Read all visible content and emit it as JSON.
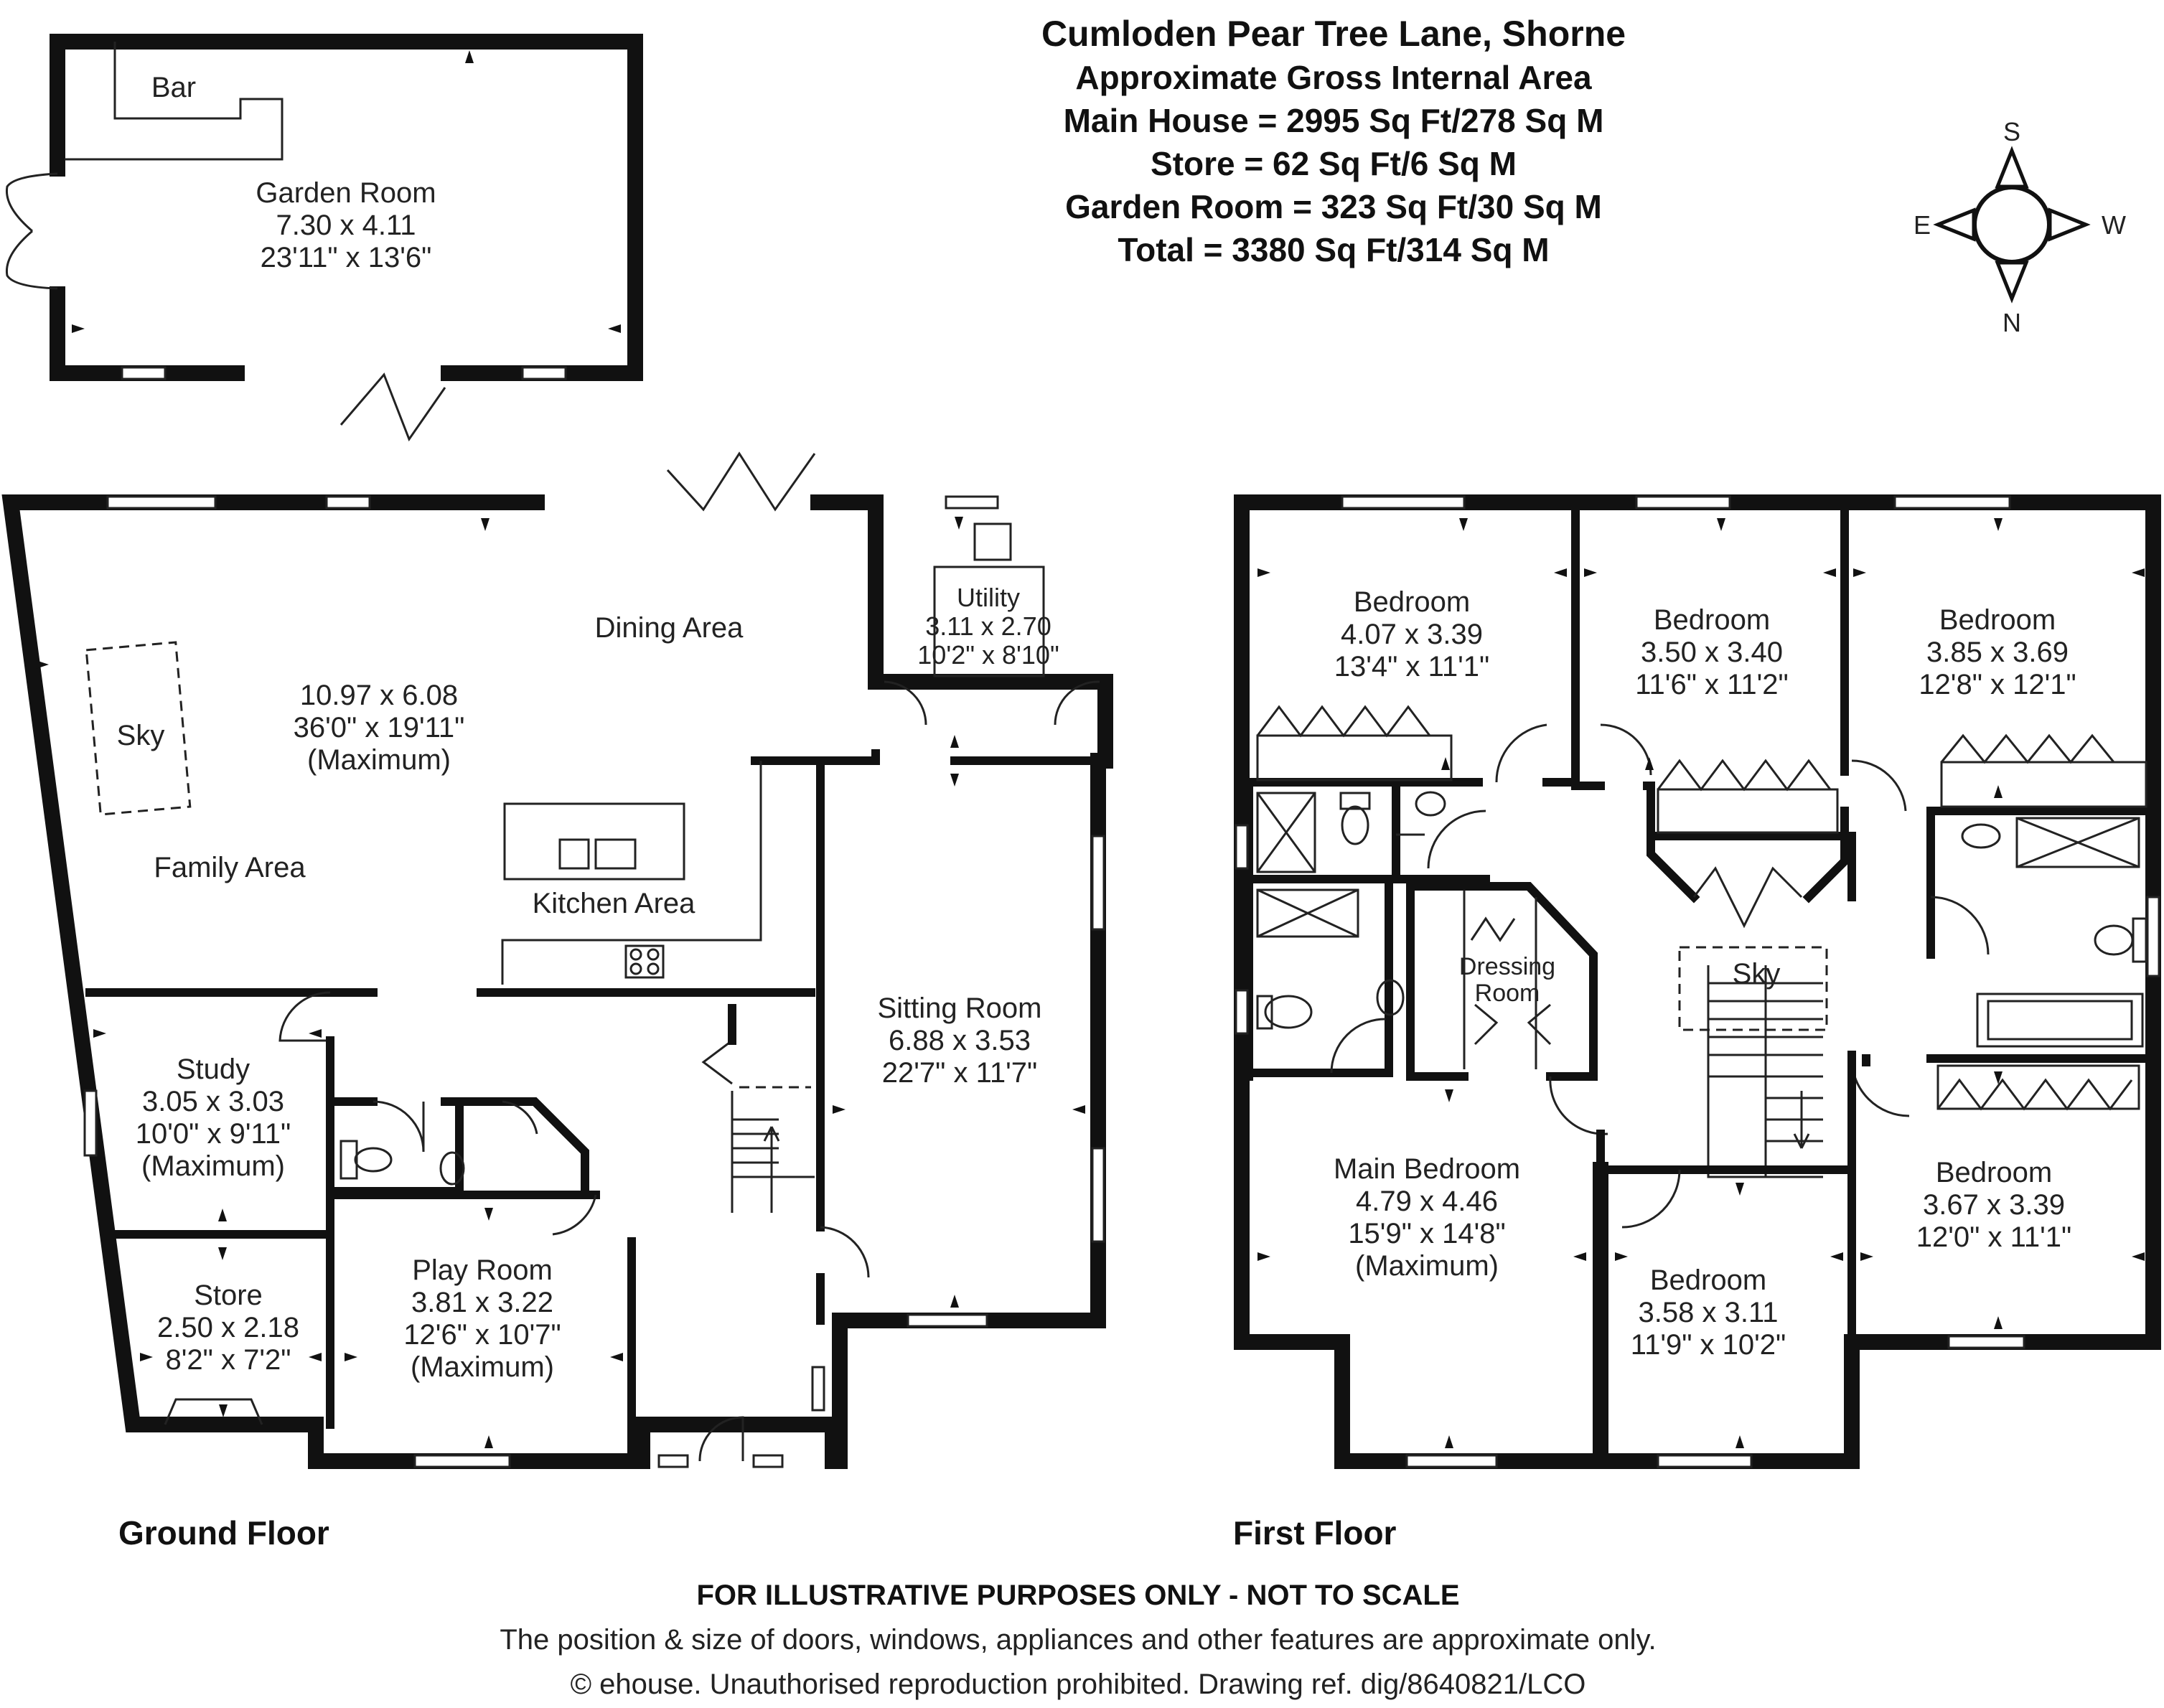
{
  "header": {
    "title": "Cumloden Pear Tree Lane, Shorne",
    "subtitle": "Approximate Gross Internal Area",
    "areas": [
      "Main House = 2995 Sq Ft/278 Sq M",
      "Store = 62 Sq Ft/6 Sq M",
      "Garden Room = 323 Sq Ft/30 Sq M",
      "Total = 3380 Sq Ft/314 Sq M"
    ]
  },
  "compass": {
    "top": "S",
    "bottom": "N",
    "left": "E",
    "right": "W"
  },
  "floors": {
    "ground": "Ground Floor",
    "first": "First Floor"
  },
  "garden_room": {
    "bar": "Bar",
    "name": "Garden Room",
    "metric": "7.30 x 4.11",
    "imperial": "23'11\" x 13'6\""
  },
  "ground_floor": {
    "dining": "Dining Area",
    "family": "Family Area",
    "kitchen": "Kitchen Area",
    "sky": "Sky",
    "main_metric": "10.97 x 6.08",
    "main_imperial": "36'0\" x 19'11\"",
    "main_note": "(Maximum)",
    "utility": {
      "name": "Utility",
      "metric": "3.11 x 2.70",
      "imperial": "10'2\" x 8'10\""
    },
    "sitting": {
      "name": "Sitting Room",
      "metric": "6.88 x 3.53",
      "imperial": "22'7\" x 11'7\""
    },
    "study": {
      "name": "Study",
      "metric": "3.05 x 3.03",
      "imperial": "10'0\" x 9'11\"",
      "note": "(Maximum)"
    },
    "store": {
      "name": "Store",
      "metric": "2.50 x 2.18",
      "imperial": "8'2\" x 7'2\""
    },
    "play": {
      "name": "Play Room",
      "metric": "3.81 x 3.22",
      "imperial": "12'6\" x 10'7\"",
      "note": "(Maximum)"
    }
  },
  "first_floor": {
    "bed1": {
      "name": "Bedroom",
      "metric": "4.07 x 3.39",
      "imperial": "13'4\" x 11'1\""
    },
    "bed2": {
      "name": "Bedroom",
      "metric": "3.50 x 3.40",
      "imperial": "11'6\" x 11'2\""
    },
    "bed3": {
      "name": "Bedroom",
      "metric": "3.85 x 3.69",
      "imperial": "12'8\" x 12'1\""
    },
    "dressing": {
      "line1": "Dressing",
      "line2": "Room"
    },
    "sky": "Sky",
    "main_bed": {
      "name": "Main Bedroom",
      "metric": "4.79 x 4.46",
      "imperial": "15'9\" x 14'8\"",
      "note": "(Maximum)"
    },
    "bed4": {
      "name": "Bedroom",
      "metric": "3.58 x 3.11",
      "imperial": "11'9\" x 10'2\""
    },
    "bed5": {
      "name": "Bedroom",
      "metric": "3.67 x 3.39",
      "imperial": "12'0\" x 11'1\""
    }
  },
  "footer": {
    "disclaimer": "FOR ILLUSTRATIVE PURPOSES ONLY - NOT TO SCALE",
    "note": "The position & size of doors, windows, appliances and other features are approximate only.",
    "copyright": "© ehouse. Unauthorised reproduction prohibited. Drawing ref. dig/8640821/LCO"
  }
}
